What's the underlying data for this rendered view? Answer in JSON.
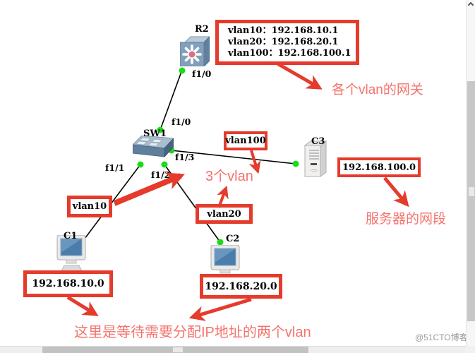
{
  "colors": {
    "box_red": "#e53b2c",
    "text_red": "#f4736d",
    "dot_green": "#1adb1a",
    "link_black": "#000000",
    "watermark_gray": "#9b9b9b"
  },
  "devices": {
    "router": {
      "label": "R2"
    },
    "switch": {
      "label": "SW1"
    },
    "pc1": {
      "label": "C1"
    },
    "pc2": {
      "label": "C2"
    },
    "server": {
      "label": "C3"
    }
  },
  "ports": {
    "router_f10": "f1/0",
    "switch_f10": "f1/0",
    "switch_f11": "f1/1",
    "switch_f12": "f1/2",
    "switch_f13": "f1/3"
  },
  "gateway_box": {
    "line1": "vlan10：192.168.10.1",
    "line2": "vlan20：192.168.20.1",
    "line3": "vlan100：192.168.100.1"
  },
  "vlan_boxes": {
    "vlan10": "vlan10",
    "vlan20": "vlan20",
    "vlan100": "vlan100"
  },
  "network_boxes": {
    "net10": "192.168.10.0",
    "net20": "192.168.20.0",
    "net100": "192.168.100.0"
  },
  "annotations": {
    "gateways": "各个vlan的网关",
    "three_vlans": "3个vlan",
    "server_segment": "服务器的网段",
    "waiting_vlans": "这里是等待需要分配IP地址的两个vlan"
  },
  "watermark": "@51CTO博客"
}
